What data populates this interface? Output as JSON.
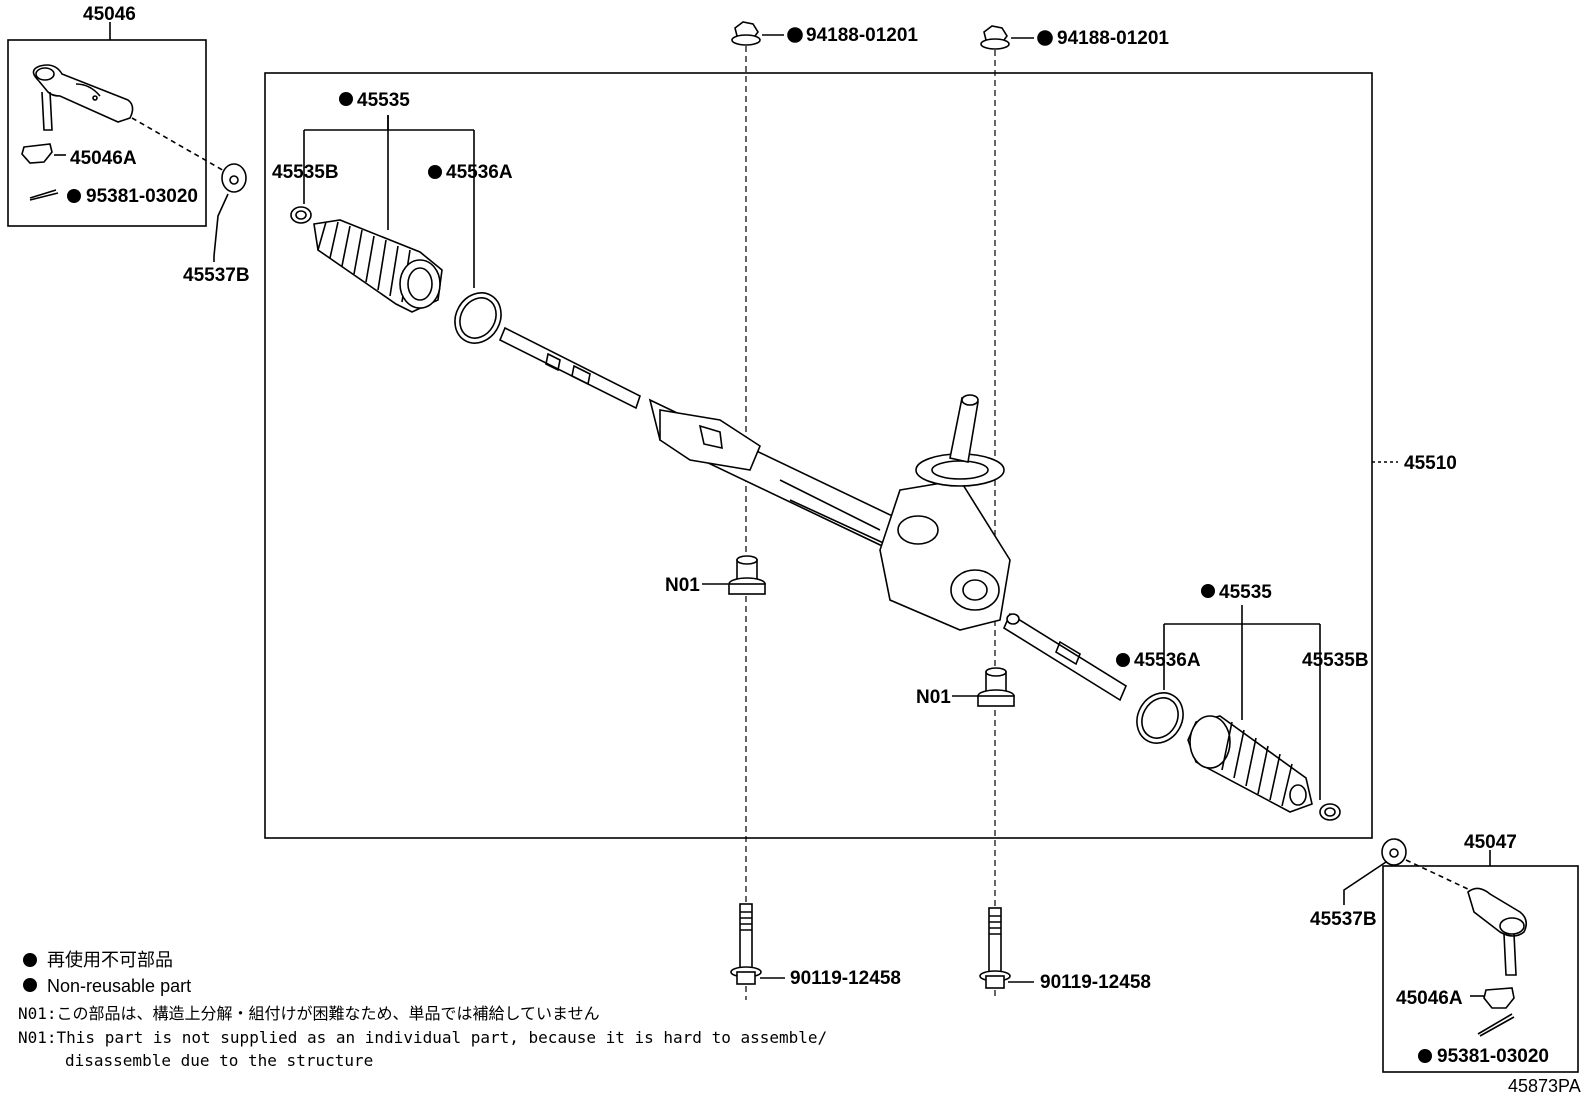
{
  "labels": {
    "p45046_top": "45046",
    "p45046A_left": "45046A",
    "p95381_left": "95381-03020",
    "p45537B_left": "45537B",
    "p94188_a": "94188-01201",
    "p94188_b": "94188-01201",
    "p45535_left": "45535",
    "p45535B_left": "45535B",
    "p45536A_left": "45536A",
    "p45510": "45510",
    "pN01_left": "N01",
    "pN01_right": "N01",
    "p45535_right": "45535",
    "p45536A_right": "45536A",
    "p45535B_right": "45535B",
    "p45047": "45047",
    "p45537B_right": "45537B",
    "p45046A_right": "45046A",
    "p95381_right": "95381-03020",
    "p90119_a": "90119-12458",
    "p90119_b": "90119-12458",
    "diagram_code": "45873PA"
  },
  "legend": {
    "jp": "再使用不可部品",
    "en": "Non-reusable part"
  },
  "notes": {
    "jp": "N01:この部品は、構造上分解・組付けが困難なため、単品では補給していません",
    "en_line1": "N01:This part is not supplied as an individual part, because it is hard to assemble/",
    "en_line2": "disassemble due to the structure"
  },
  "colors": {
    "ink": "#000000",
    "paper": "#ffffff"
  }
}
